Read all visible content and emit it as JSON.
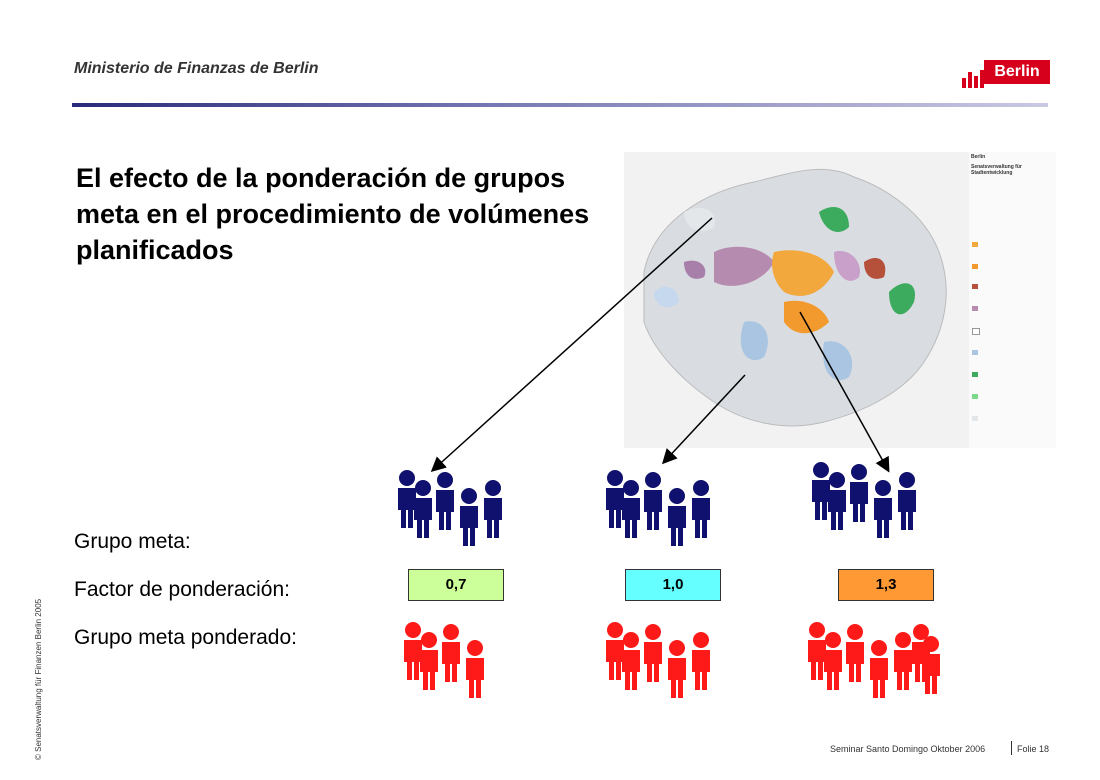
{
  "header": {
    "ministry": "Ministerio de Finanzas de Berlin",
    "logo_text": "Berlin",
    "brand_color": "#d6001c"
  },
  "slide": {
    "title": "El efecto de la ponderación de grupos meta en el procedimiento de volúmenes planificados",
    "side_copyright": "© Senatsverwaltung für Finanzen Berlin 2005"
  },
  "rows": {
    "target_group": "Grupo meta:",
    "weighting_factor": "Factor de ponderación:",
    "weighted_group": "Grupo meta ponderado:"
  },
  "groups": [
    {
      "factor": "0,7",
      "color": "#ccff99",
      "icon": "people-group-icon",
      "weighted_count": 4
    },
    {
      "factor": "1,0",
      "color": "#66ffff",
      "icon": "people-group-icon",
      "weighted_count": 5
    },
    {
      "factor": "1,3",
      "color": "#ff9933",
      "icon": "people-group-icon",
      "weighted_count": 7
    }
  ],
  "colors": {
    "target_people": "#10106e",
    "weighted_people": "#ff1a1a"
  },
  "map": {
    "icon": "berlin-cluster-map",
    "legend_header": "Berlin",
    "legend_heading": "Senatsverwaltung für Stadtentwicklung"
  },
  "footer": {
    "seminar": "Seminar Santo Domingo Oktober 2006",
    "page": "Folie 18"
  }
}
